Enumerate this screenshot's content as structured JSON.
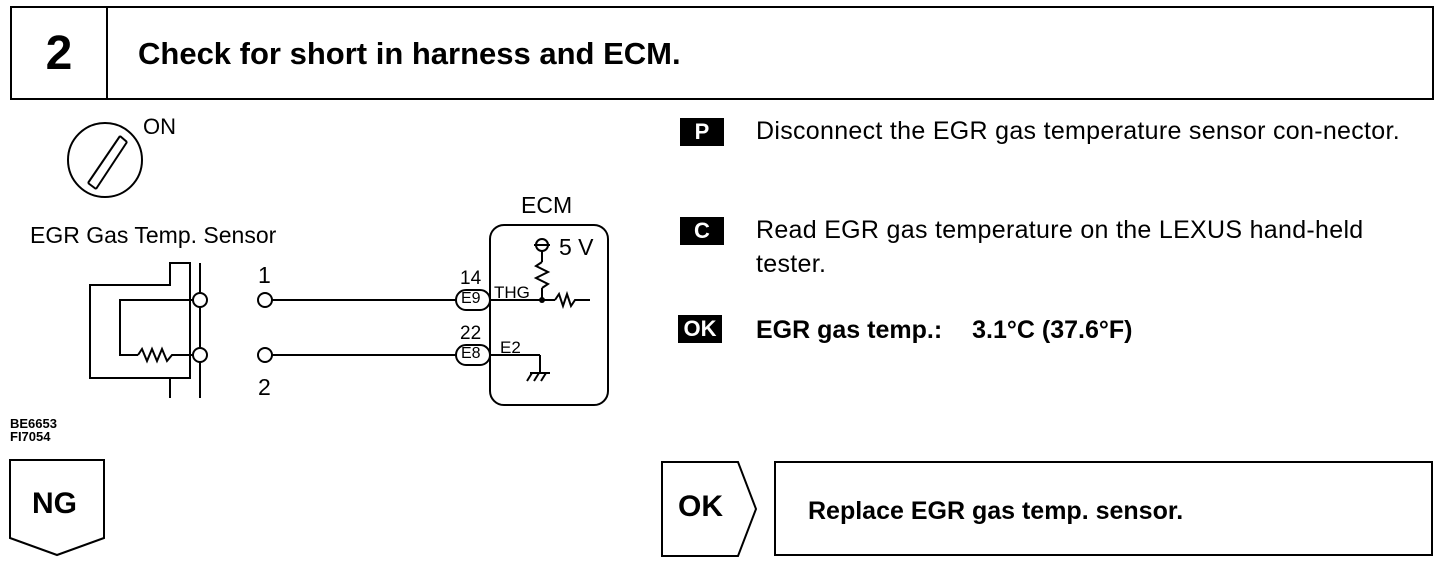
{
  "header": {
    "step_number": "2",
    "title": "Check for short in harness and ECM."
  },
  "diagram": {
    "ignition_label": "ON",
    "sensor_label": "EGR Gas Temp. Sensor",
    "ecm_label": "ECM",
    "voltage_label": "5 V",
    "pin1_label": "1",
    "pin2_label": "2",
    "terminal_14": "14",
    "terminal_22": "22",
    "connector_e9": "E9",
    "connector_e8": "E8",
    "signal_thg": "THG",
    "signal_e2": "E2",
    "figure_codes": [
      "BE6653",
      "FI7054"
    ]
  },
  "steps": [
    {
      "badge": "P",
      "text": "Disconnect the EGR gas temperature sensor con-nector."
    },
    {
      "badge": "C",
      "text": "Read EGR gas temperature on the LEXUS hand-held tester."
    }
  ],
  "spec": {
    "badge": "OK",
    "label": "EGR gas temp.:",
    "value": "3.1°C (37.6°F)"
  },
  "results": {
    "ok_label": "OK",
    "ok_action": "Replace EGR gas temp. sensor.",
    "ng_label": "NG"
  }
}
